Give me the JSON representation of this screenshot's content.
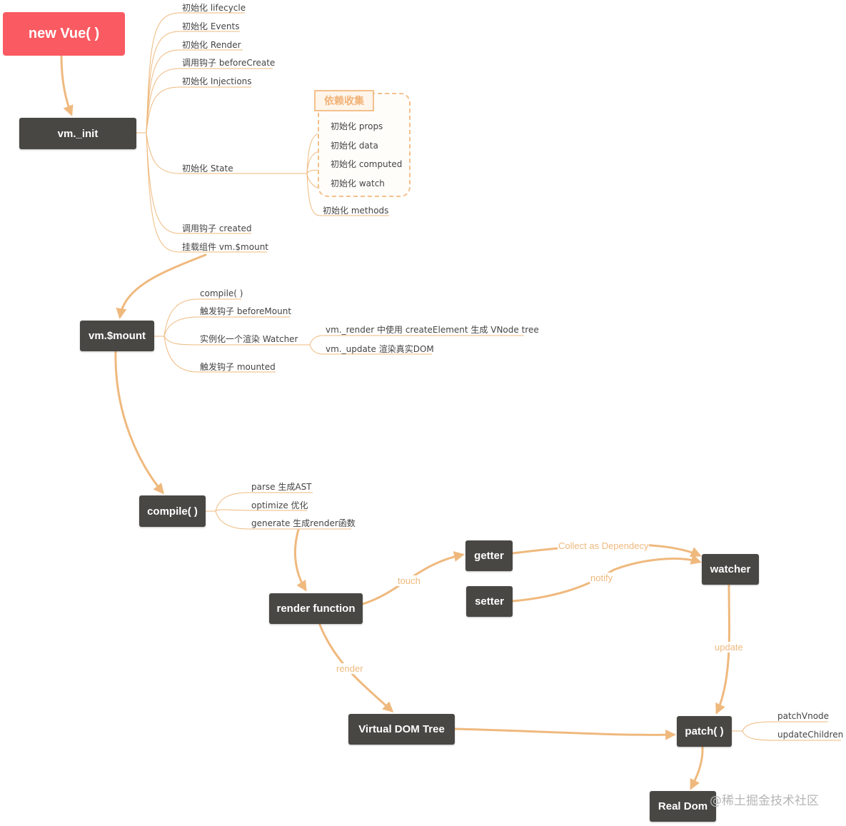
{
  "nodes": {
    "new_vue": "new Vue( )",
    "vm_init": "vm._init",
    "vm_mount": "vm.$mount",
    "compile": "compile( )",
    "render_function": "render function",
    "getter": "getter",
    "setter": "setter",
    "watcher": "watcher",
    "virtual_dom_tree": "Virtual DOM  Tree",
    "patch": "patch( )",
    "real_dom": "Real Dom"
  },
  "init_items": {
    "lifecycle": "初始化 lifecycle",
    "events": "初始化 Events",
    "render": "初始化 Render",
    "before_create": "调用钩子 beforeCreate",
    "injections": "初始化 Injections",
    "state": "初始化 State",
    "created": "调用钩子 created",
    "mount": "挂载组件 vm.$mount"
  },
  "dependency_label": "依赖收集",
  "state_items": {
    "props": "初始化 props",
    "data": "初始化 data",
    "computed": "初始化 computed",
    "watch": "初始化 watch",
    "methods": "初始化 methods"
  },
  "mount_items": {
    "compile": "compile( )",
    "before_mount": "触发钩子 beforeMount",
    "watcher": "实例化一个渲染 Watcher",
    "mounted": "触发钩子 mounted"
  },
  "watcher_items": {
    "render": "vm._render 中使用 createElement 生成 VNode tree",
    "update": "vm._update 渲染真实DOM"
  },
  "compile_items": {
    "parse": "parse 生成AST",
    "optimize": "optimize 优化",
    "generate": "generate 生成render函数"
  },
  "patch_items": {
    "patch_vnode": "patchVnode",
    "update_children": "updateChildren"
  },
  "edge_labels": {
    "touch": "touch",
    "collect": "Collect as Dependecy",
    "notify": "notify",
    "render": "render",
    "update": "update"
  },
  "colors": {
    "root_node": "#fa5a62",
    "node": "#484744",
    "line": "#efb97e",
    "leaf_text": "#444444"
  },
  "watermark": "@稀土掘金技术社区"
}
